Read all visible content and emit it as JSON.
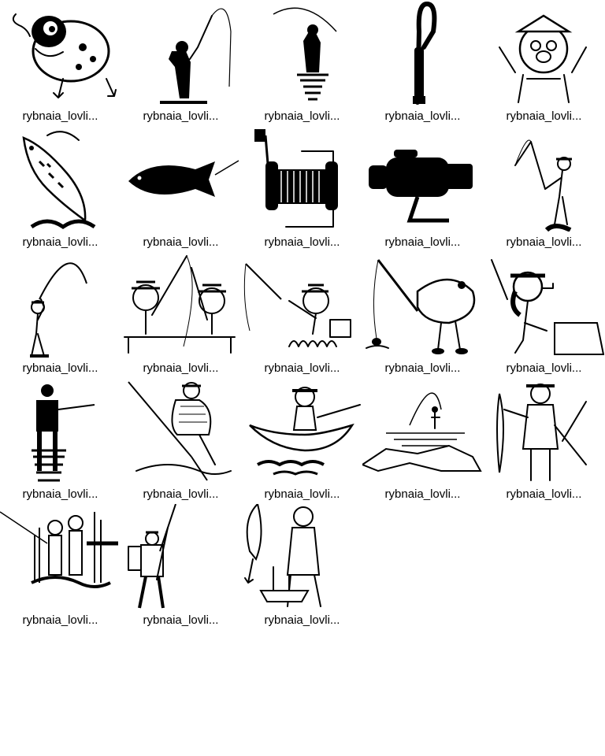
{
  "gallery": {
    "items": [
      {
        "caption": "rybnaia_lovli...",
        "icon": "fish-lure-cartoon-icon"
      },
      {
        "caption": "rybnaia_lovli...",
        "icon": "angler-silhouette-icon"
      },
      {
        "caption": "rybnaia_lovli...",
        "icon": "angler-silhouette-reflection-icon"
      },
      {
        "caption": "rybnaia_lovli...",
        "icon": "fishing-rod-handle-icon"
      },
      {
        "caption": "rybnaia_lovli...",
        "icon": "cartoon-fisherman-icon"
      },
      {
        "caption": "rybnaia_lovli...",
        "icon": "jumping-trout-icon"
      },
      {
        "caption": "rybnaia_lovli...",
        "icon": "salmon-silhouette-icon"
      },
      {
        "caption": "rybnaia_lovli...",
        "icon": "fishing-reel-icon"
      },
      {
        "caption": "rybnaia_lovli...",
        "icon": "spinning-reel-icon"
      },
      {
        "caption": "rybnaia_lovli...",
        "icon": "angler-on-rock-icon"
      },
      {
        "caption": "rybnaia_lovli...",
        "icon": "boy-with-rod-icon"
      },
      {
        "caption": "rybnaia_lovli...",
        "icon": "two-kids-fishing-icon"
      },
      {
        "caption": "rybnaia_lovli...",
        "icon": "cartoon-angler-in-grass-icon"
      },
      {
        "caption": "rybnaia_lovli...",
        "icon": "cartoon-fish-with-rod-icon"
      },
      {
        "caption": "rybnaia_lovli...",
        "icon": "fisherman-with-pipe-icon"
      },
      {
        "caption": "rybnaia_lovli...",
        "icon": "wading-angler-icon"
      },
      {
        "caption": "rybnaia_lovli...",
        "icon": "sitting-angler-icon"
      },
      {
        "caption": "rybnaia_lovli...",
        "icon": "fisherman-in-boat-icon"
      },
      {
        "caption": "rybnaia_lovli...",
        "icon": "angler-on-ice-icon"
      },
      {
        "caption": "rybnaia_lovli...",
        "icon": "man-holding-fish-icon"
      },
      {
        "caption": "rybnaia_lovli...",
        "icon": "group-fishing-in-reeds-icon"
      },
      {
        "caption": "rybnaia_lovli...",
        "icon": "angler-with-backpack-icon"
      },
      {
        "caption": "rybnaia_lovli...",
        "icon": "fisherman-with-boat-icon"
      }
    ]
  }
}
